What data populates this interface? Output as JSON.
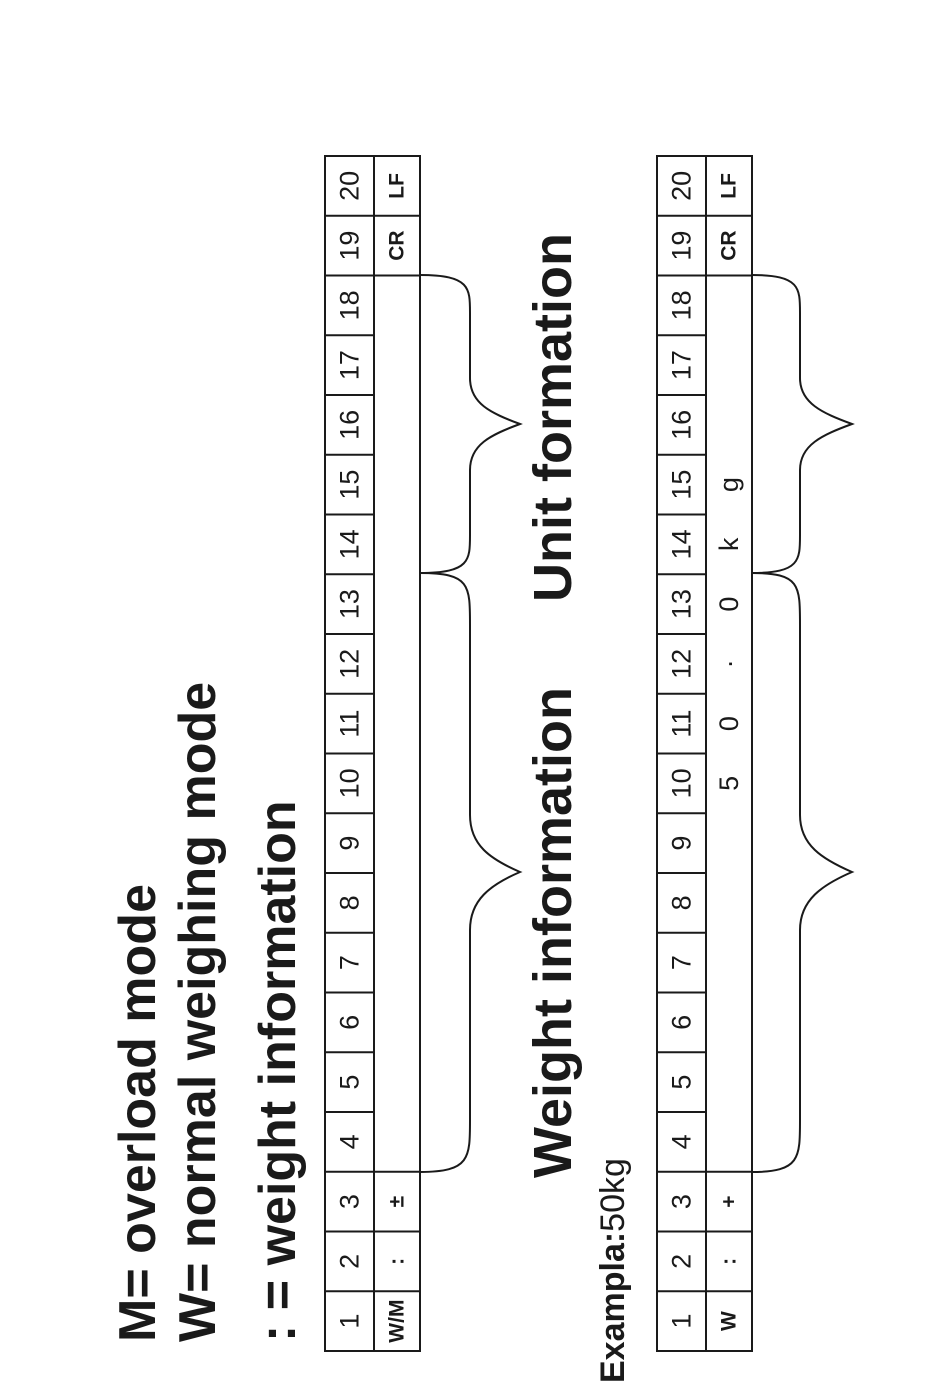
{
  "legend": {
    "m_line": "M= overload mode",
    "w_line": "W= normal weighing mode",
    "colon_line": ": = weight information"
  },
  "frame1": {
    "positions": [
      "1",
      "2",
      "3",
      "4",
      "5",
      "6",
      "7",
      "8",
      "9",
      "10",
      "11",
      "12",
      "13",
      "14",
      "15",
      "16",
      "17",
      "18",
      "19",
      "20"
    ],
    "codes": [
      "W/M",
      ":",
      "±",
      "",
      "",
      "",
      "",
      "",
      "",
      "",
      "",
      "",
      "",
      "",
      "",
      "",
      "",
      "",
      "CR",
      "LF"
    ]
  },
  "frame2": {
    "positions": [
      "1",
      "2",
      "3",
      "4",
      "5",
      "6",
      "7",
      "8",
      "9",
      "10",
      "11",
      "12",
      "13",
      "14",
      "15",
      "16",
      "17",
      "18",
      "19",
      "20"
    ],
    "codes": [
      "W",
      ":",
      "+",
      "",
      "",
      "",
      "",
      "",
      "",
      "5",
      "0",
      "·",
      "0",
      "k",
      "g",
      "",
      "",
      "",
      "CR",
      "LF"
    ]
  },
  "captions": {
    "weight_information": "Weight information",
    "unit_formation": "Unit formation"
  },
  "example": {
    "label": "Exampla:",
    "value": "50kg"
  }
}
